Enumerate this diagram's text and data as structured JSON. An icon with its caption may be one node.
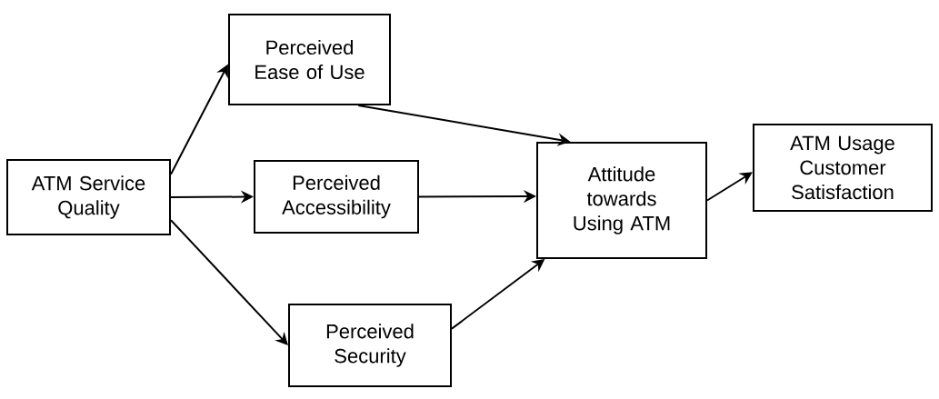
{
  "diagram": {
    "nodes": [
      {
        "text": [
          "ATM Service Quality"
        ]
      },
      {
        "text": [
          "Perceived Ease of Use"
        ]
      },
      {
        "text": [
          "Perceived Accessibility"
        ]
      },
      {
        "text": [
          "Perceived Security"
        ]
      },
      {
        "text": [
          "Attitude towards Using ATM"
        ]
      },
      {
        "text": [
          "ATM Usage Customer Satisfaction"
        ]
      }
    ],
    "edges": [
      {
        "from": 0,
        "to": 1,
        "arrow": "to"
      },
      {
        "from": 0,
        "to": 2,
        "arrow": "to"
      },
      {
        "from": 0,
        "to": 3,
        "arrow": "to"
      },
      {
        "from": 1,
        "to": 4,
        "arrow": "to"
      },
      {
        "from": 2,
        "to": 4,
        "arrow": "to"
      },
      {
        "from": 3,
        "to": 4,
        "arrow": "to"
      },
      {
        "from": 4,
        "to": 5,
        "arrow": "to"
      }
    ]
  }
}
